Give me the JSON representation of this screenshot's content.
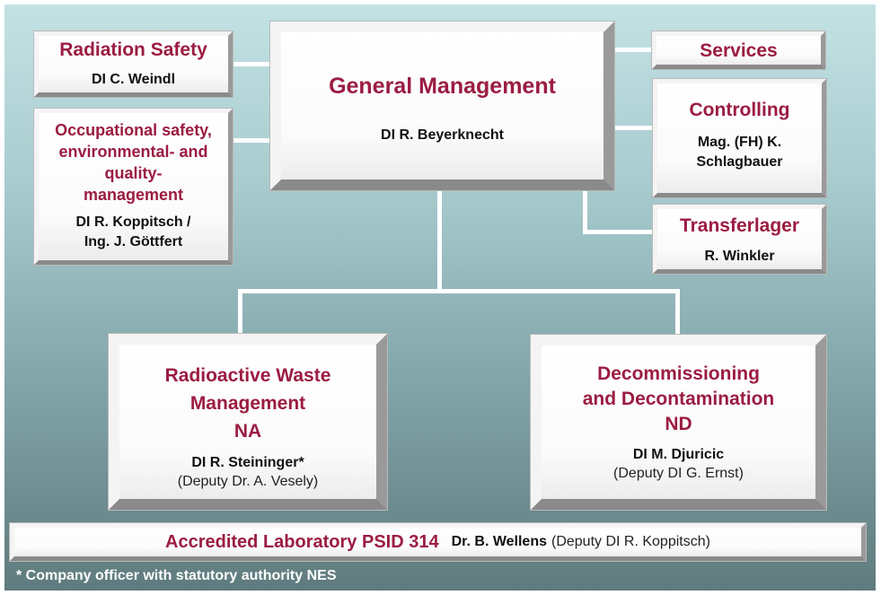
{
  "general_management": {
    "title": "General Management",
    "person": "DI R. Beyerknecht"
  },
  "radiation_safety": {
    "title": "Radiation Safety",
    "person": "DI C. Weindl"
  },
  "occupational": {
    "title_lines": [
      "Occupational safety,",
      "environmental- and",
      "quality-",
      "management"
    ],
    "person_lines": [
      "DI R. Koppitsch /",
      "Ing. J. Göttfert"
    ]
  },
  "services": {
    "title": "Services"
  },
  "controlling": {
    "title": "Controlling",
    "person_lines": [
      "Mag. (FH) K.",
      "Schlagbauer"
    ]
  },
  "transferlager": {
    "title": "Transferlager",
    "person": "R. Winkler"
  },
  "radioactive_waste": {
    "title_lines": [
      "Radioactive Waste",
      "Management",
      "NA"
    ],
    "person": "DI R. Steininger*",
    "deputy": "(Deputy Dr. A. Vesely)"
  },
  "decommissioning": {
    "title_lines": [
      "Decommissioning",
      "and Decontamination",
      "ND"
    ],
    "person": "DI M. Djuricic",
    "deputy": "(Deputy DI G. Ernst)"
  },
  "laboratory": {
    "title": "Accredited Laboratory PSID 314",
    "person": "Dr. B. Wellens",
    "deputy": "(Deputy DI R. Koppitsch)"
  },
  "footnote": "* Company officer with statutory authority NES",
  "colors": {
    "title": "#9b1c42",
    "background_top": "#c3e2e4",
    "background_bottom": "#5f7b7e"
  }
}
